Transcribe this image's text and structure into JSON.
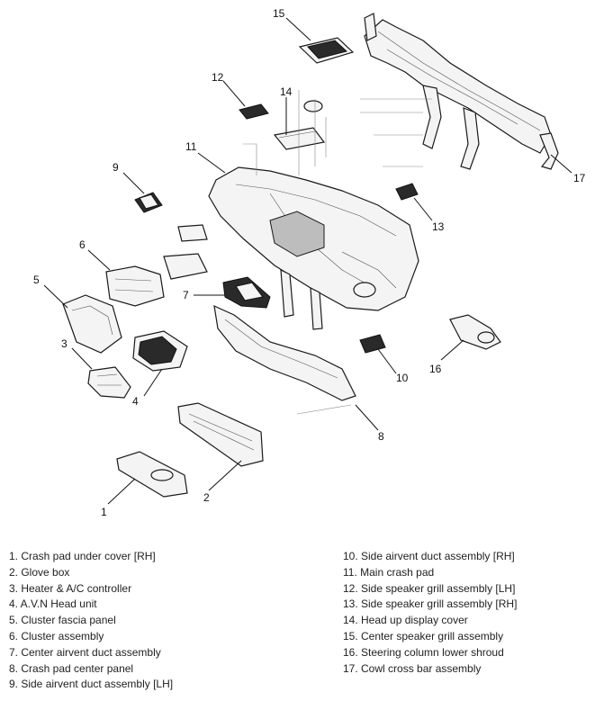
{
  "callouts": [
    "1",
    "2",
    "3",
    "4",
    "5",
    "6",
    "7",
    "8",
    "9",
    "10",
    "11",
    "12",
    "13",
    "14",
    "15",
    "16",
    "17"
  ],
  "legend": {
    "left": [
      "1. Crash pad under cover [RH]",
      "2. Glove box",
      "3. Heater & A/C controller",
      "4. A.V.N Head unit",
      "5. Cluster fascia panel",
      "6. Cluster assembly",
      "7. Center airvent duct assembly",
      "8. Crash pad center panel",
      "9. Side airvent duct assembly [LH]"
    ],
    "right": [
      "10. Side airvent duct assembly [RH]",
      "11. Main crash pad",
      "12. Side speaker grill assembly [LH]",
      "13. Side speaker grill assembly [RH]",
      "14. Head up display cover",
      "15. Center speaker grill assembly",
      "16. Steering column lower shroud",
      "17. Cowl cross bar assembly"
    ]
  }
}
